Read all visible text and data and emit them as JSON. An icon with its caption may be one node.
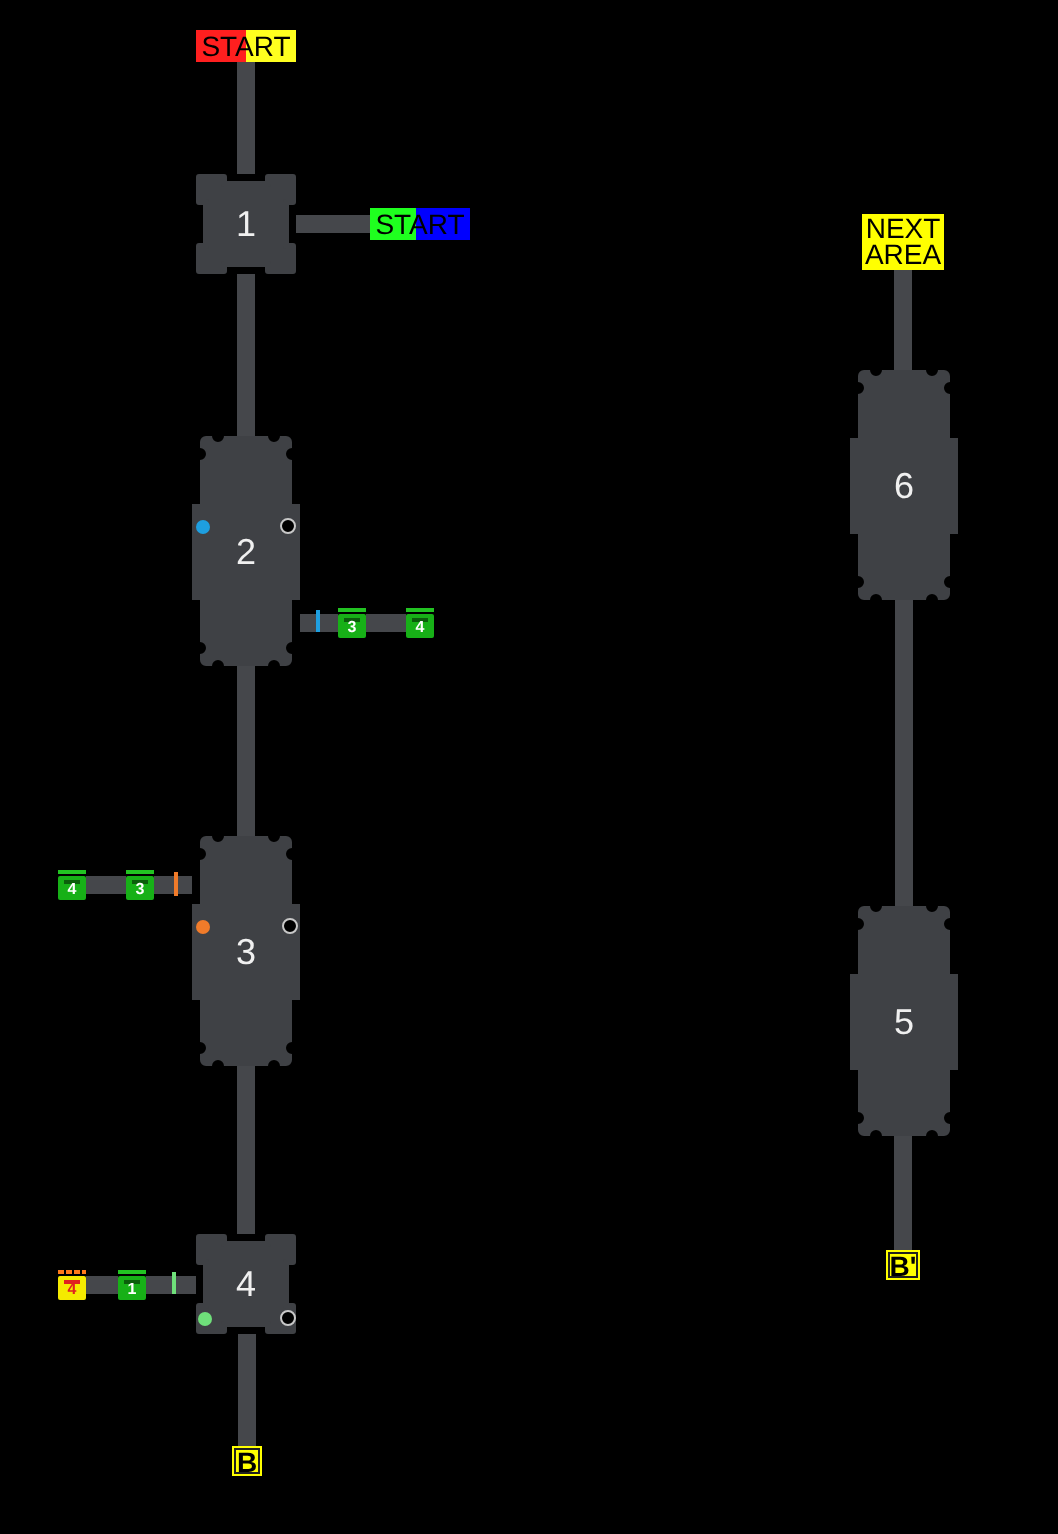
{
  "diagram": {
    "nodes": [
      {
        "text": [
          "START"
        ]
      },
      {
        "text": [
          "1"
        ]
      },
      {
        "text": [
          "START"
        ]
      },
      {
        "text": [
          "2"
        ]
      },
      {
        "text": [
          "3"
        ]
      },
      {
        "text": [
          "4"
        ]
      },
      {
        "text": [
          "3"
        ]
      },
      {
        "text": [
          "3"
        ]
      },
      {
        "text": [
          "4"
        ]
      },
      {
        "text": [
          "4"
        ]
      },
      {
        "text": [
          "1"
        ]
      },
      {
        "text": [
          "4"
        ]
      },
      {
        "text": [
          "B"
        ]
      },
      {
        "text": [
          "NEXT AREA"
        ]
      },
      {
        "text": [
          "6"
        ]
      },
      {
        "text": [
          "5"
        ]
      },
      {
        "text": [
          "B'"
        ]
      }
    ],
    "edges": [
      {
        "from": 0,
        "to": 1,
        "arrow": "none"
      },
      {
        "from": 1,
        "to": 2,
        "arrow": "none"
      },
      {
        "from": 1,
        "to": 3,
        "arrow": "none"
      },
      {
        "from": 3,
        "to": 4,
        "arrow": "none"
      },
      {
        "from": 4,
        "to": 5,
        "arrow": "none"
      },
      {
        "from": 3,
        "to": 6,
        "arrow": "none"
      },
      {
        "from": 6,
        "to": 7,
        "arrow": "none"
      },
      {
        "from": 7,
        "to": 8,
        "arrow": "none"
      },
      {
        "from": 6,
        "to": 9,
        "arrow": "none"
      },
      {
        "from": 9,
        "to": 10,
        "arrow": "none"
      },
      {
        "from": 10,
        "to": 11,
        "arrow": "none"
      },
      {
        "from": 9,
        "to": 12,
        "arrow": "none"
      },
      {
        "from": 13,
        "to": 14,
        "arrow": "none"
      },
      {
        "from": 14,
        "to": 15,
        "arrow": "none"
      },
      {
        "from": 15,
        "to": 16,
        "arrow": "none"
      }
    ]
  }
}
